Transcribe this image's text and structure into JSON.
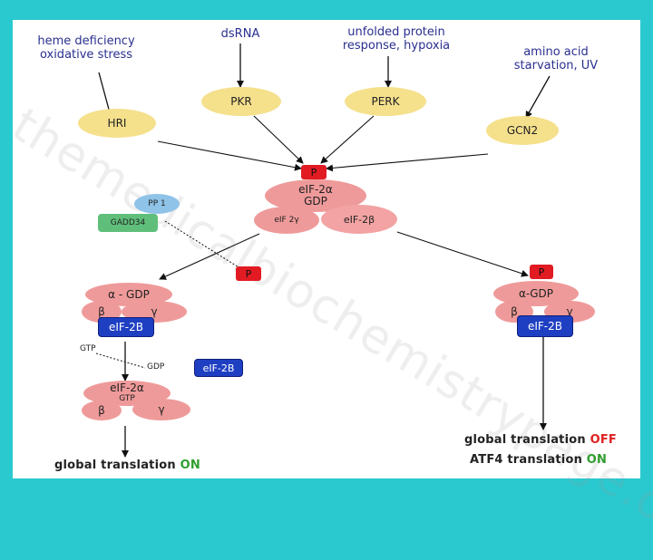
{
  "watermark": "themedicalbiochemistrypage.org",
  "stimuli": {
    "heme_line1": "heme deficiency",
    "heme_line2": "oxidative stress",
    "dsrna": "dsRNA",
    "upr_line1": "unfolded protein",
    "upr_line2": "response, hypoxia",
    "aa_line1": "amino acid",
    "aa_line2": "starvation, UV"
  },
  "kinases": {
    "hri": "HRI",
    "pkr": "PKR",
    "perk": "PERK",
    "gcn2": "GCN2"
  },
  "center": {
    "p": "P",
    "eif2a_line1": "eIF-2α",
    "eif2a_line2": "GDP",
    "eif2g": "eIF 2γ",
    "eif2b": "eIF-2β"
  },
  "regulators": {
    "pp1": "PP 1",
    "gadd34": "GADD34"
  },
  "left": {
    "p": "P",
    "alpha_gdp": "α - GDP",
    "beta": "β",
    "gamma": "γ",
    "eif2b": "eIF-2B",
    "gtp": "GTP",
    "gdp": "GDP",
    "free_eif2b": "eIF-2B",
    "gtp_alpha_line1": "eIF-2α",
    "gtp_alpha_line2": "GTP",
    "gtp_beta": "β",
    "gtp_gamma": "γ",
    "outcome_text": "global translation ",
    "outcome_state": "ON"
  },
  "right": {
    "p": "P",
    "alpha_gdp": "α-GDP",
    "beta": "β",
    "gamma": "γ",
    "eif2b": "eIF-2B",
    "outcome1_text": "global translation ",
    "outcome1_state": "OFF",
    "outcome2_text": "ATF4 translation ",
    "outcome2_state": "ON"
  },
  "colors": {
    "frame": "#2ac9cf",
    "kinase": "#f5e08c",
    "eif2": "#ef9a9a",
    "phosphate": "#e21b23",
    "eif2b": "#1f3fc2",
    "pp1": "#8fc3e8",
    "gadd34": "#5fbf7a",
    "on": "#2e9e2e",
    "off": "#e02020"
  }
}
